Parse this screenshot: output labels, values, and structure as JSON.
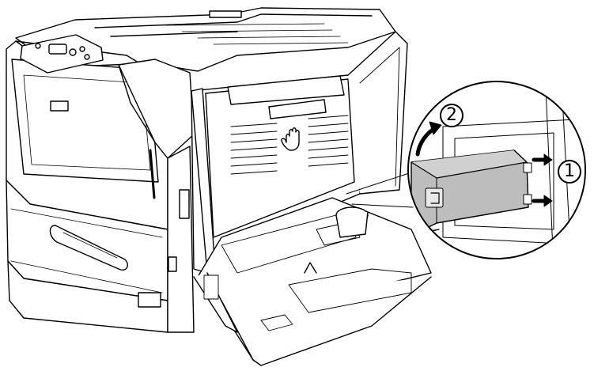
{
  "illustration": {
    "step_1": "1",
    "step_2": "2",
    "colors": {
      "line": "#000000",
      "paper": "#ffffff",
      "cover_gray": "#bdbdbd",
      "arrow": "#000000"
    },
    "icons": [
      "printer-illustration",
      "hand-icon",
      "arrow-icon",
      "zoom-callout"
    ]
  }
}
